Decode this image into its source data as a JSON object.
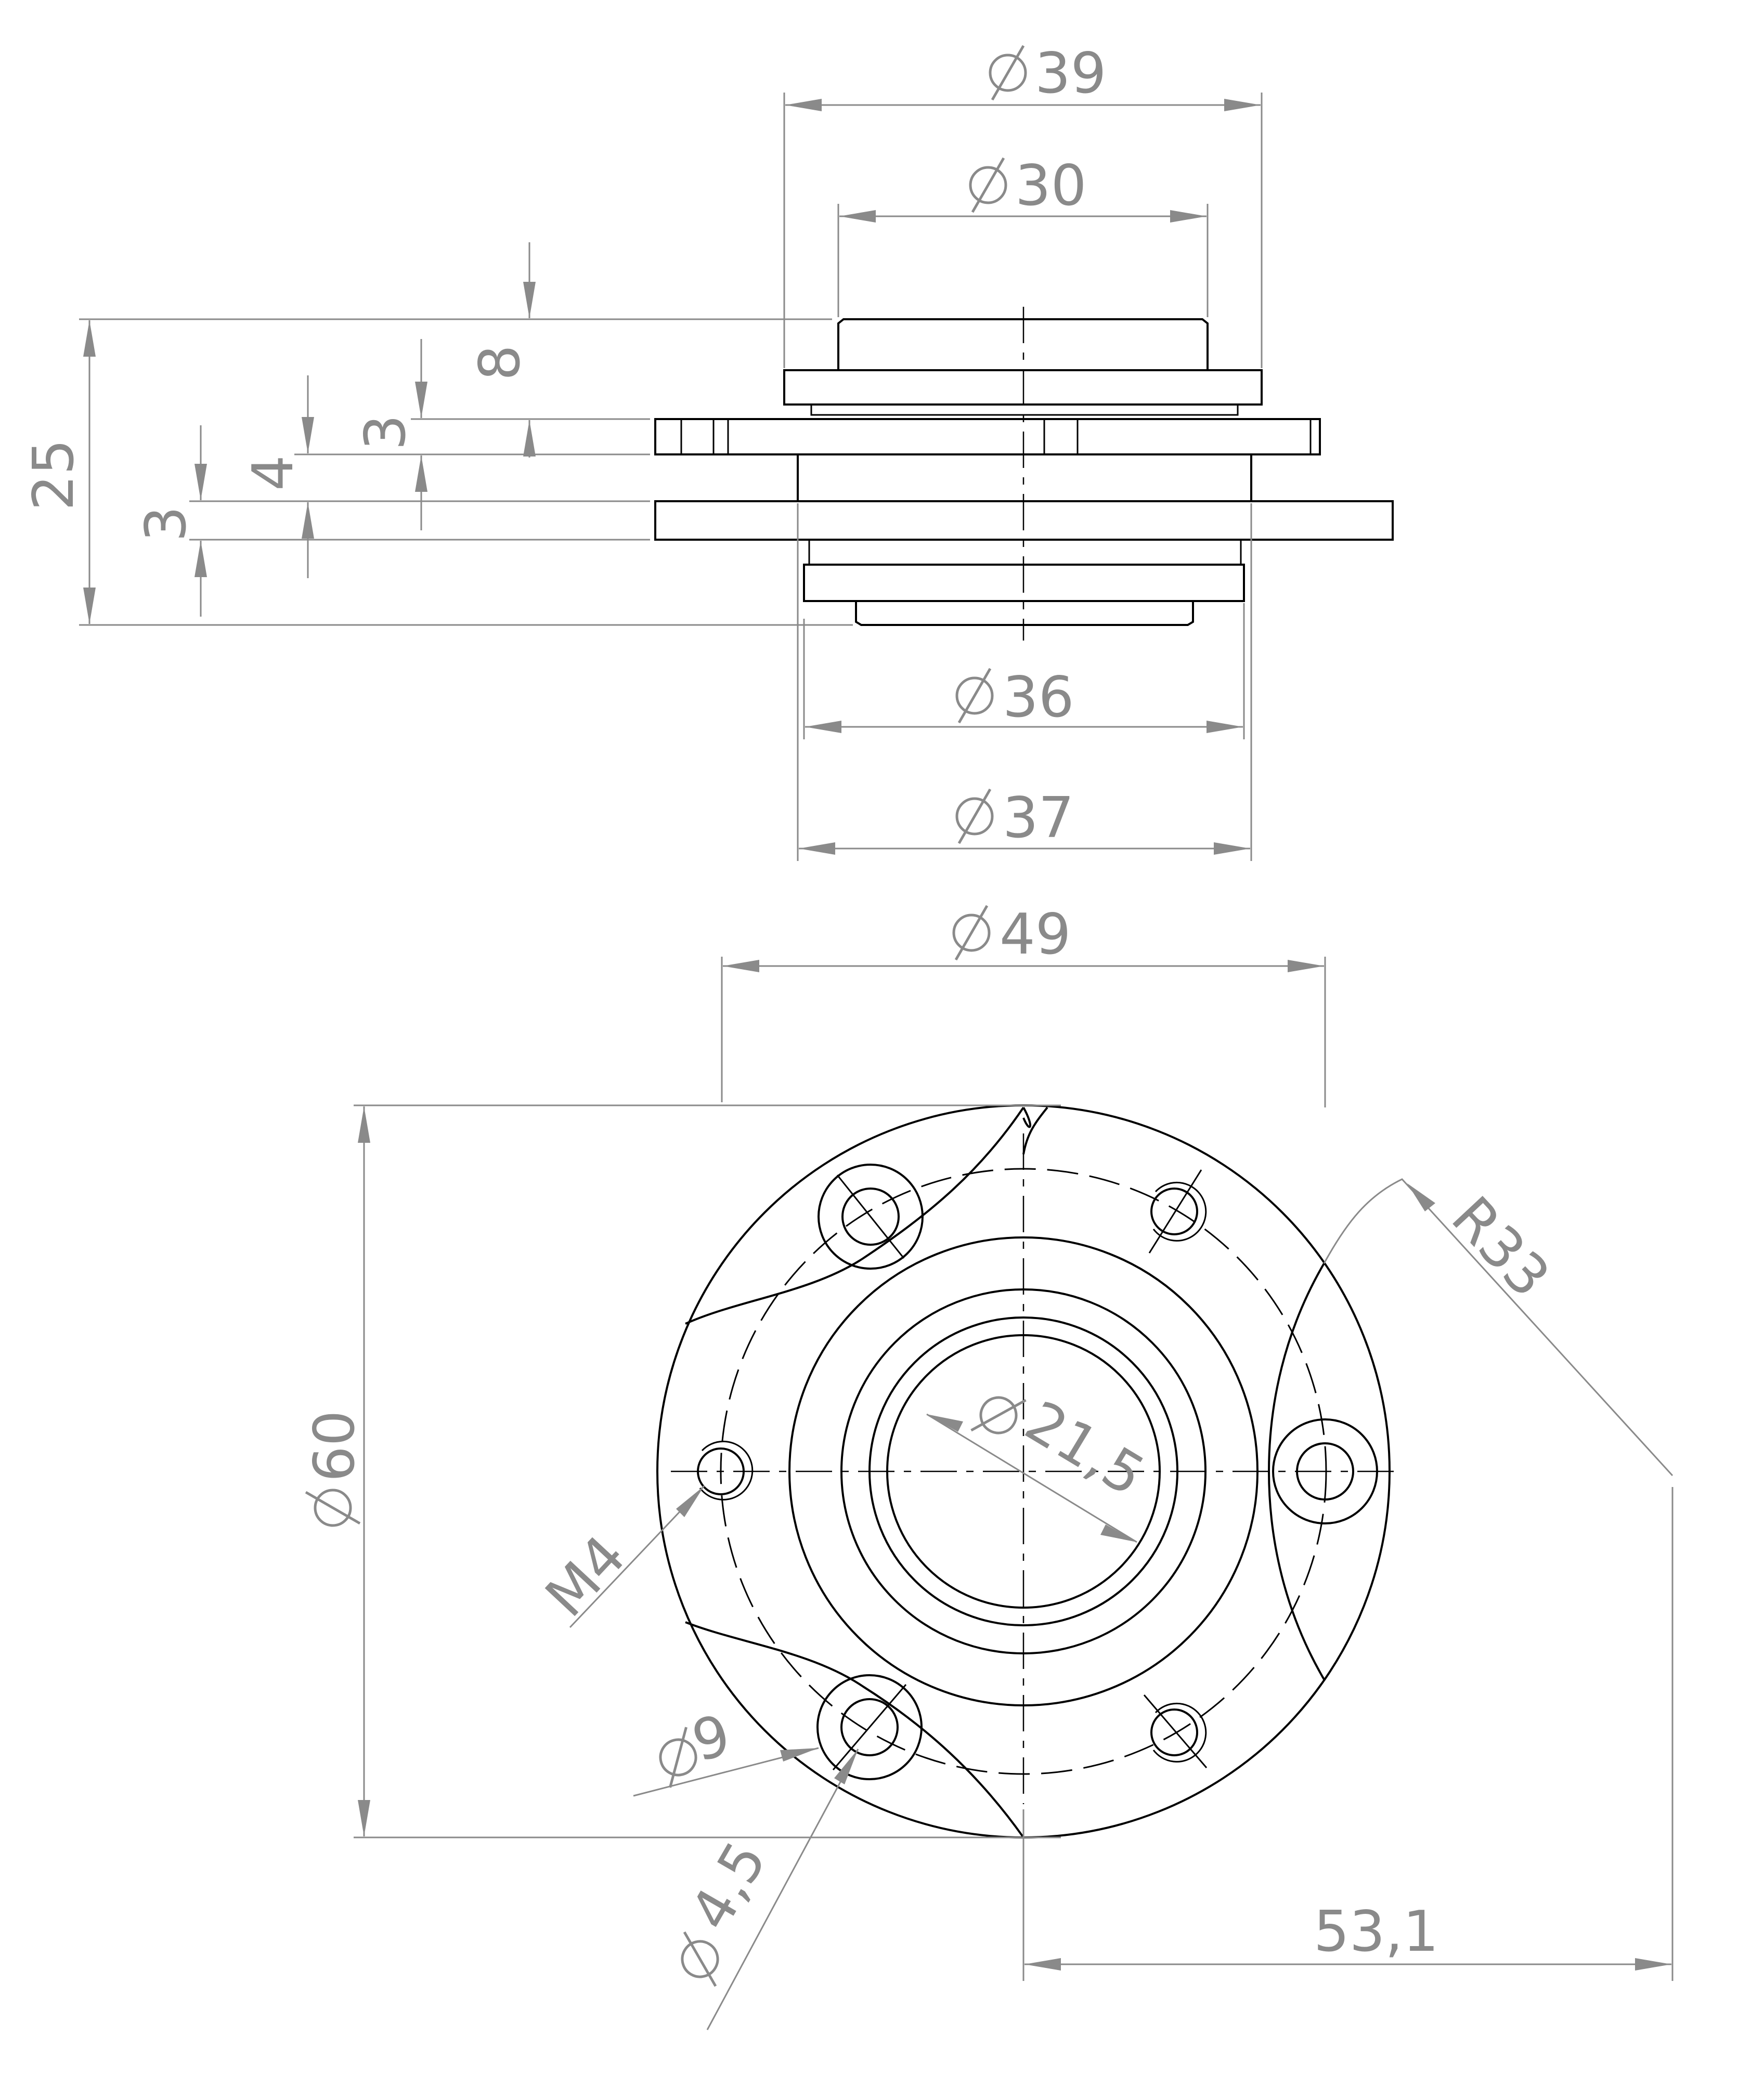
{
  "dimensions": {
    "top_view": {
      "dia_39": "39",
      "dia_30": "30",
      "dia_36": "36",
      "dia_37": "37",
      "height_25": "25",
      "height_8": "8",
      "height_3_upper": "3",
      "height_4": "4",
      "height_3_lower": "3"
    },
    "front_view": {
      "dia_49": "49",
      "dia_60": "60",
      "dia_21_5": "21,5",
      "radius_33": "R33",
      "thread_m4": "M4",
      "dia_9": "9",
      "dia_4_5": "4,5",
      "offset_53_1": "53,1"
    }
  },
  "colors": {
    "object_lines": "#000000",
    "dimension_lines": "#8a8a8a",
    "background": "#ffffff"
  },
  "symbols": {
    "diameter": "diameter-symbol"
  }
}
